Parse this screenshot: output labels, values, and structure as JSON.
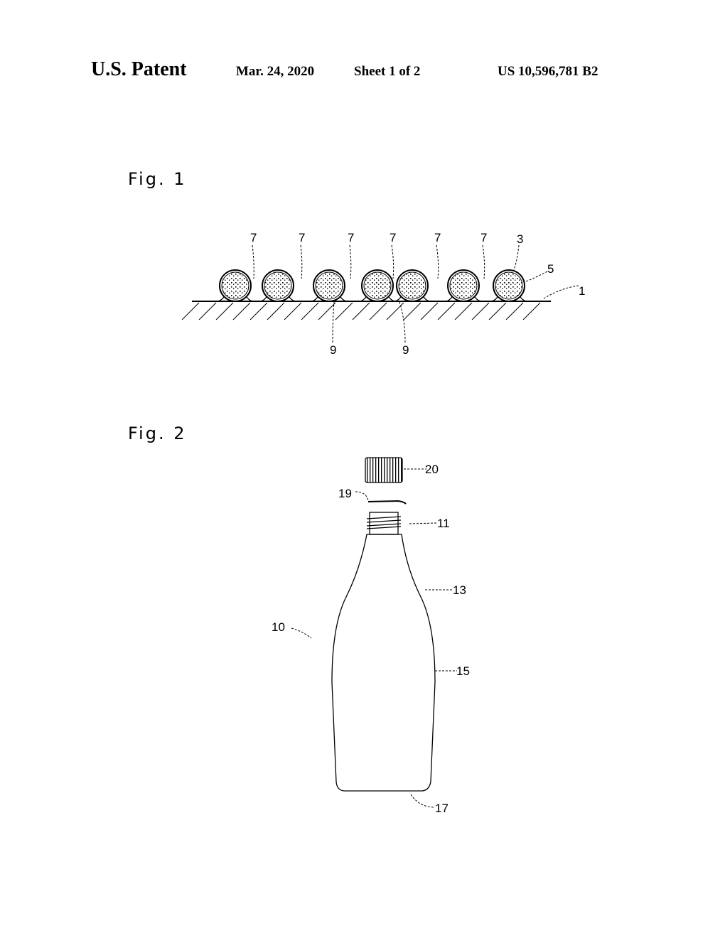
{
  "header": {
    "title": "U.S. Patent",
    "date": "Mar. 24, 2020",
    "sheet": "Sheet 1 of 2",
    "patent_number": "US 10,596,781 B2"
  },
  "figures": [
    {
      "label": "Fig. 1",
      "ref_labels": {
        "gaps": [
          "7",
          "7",
          "7",
          "7",
          "7",
          "7"
        ],
        "particle": "3",
        "coating": "5",
        "substrate": "1",
        "contact_a": "9",
        "contact_b": "9"
      }
    },
    {
      "label": "Fig. 2",
      "ref_labels": {
        "cap": "20",
        "seal": "19",
        "mouth": "11",
        "shoulder": "13",
        "bottle": "10",
        "body": "15",
        "bottom": "17"
      }
    }
  ]
}
